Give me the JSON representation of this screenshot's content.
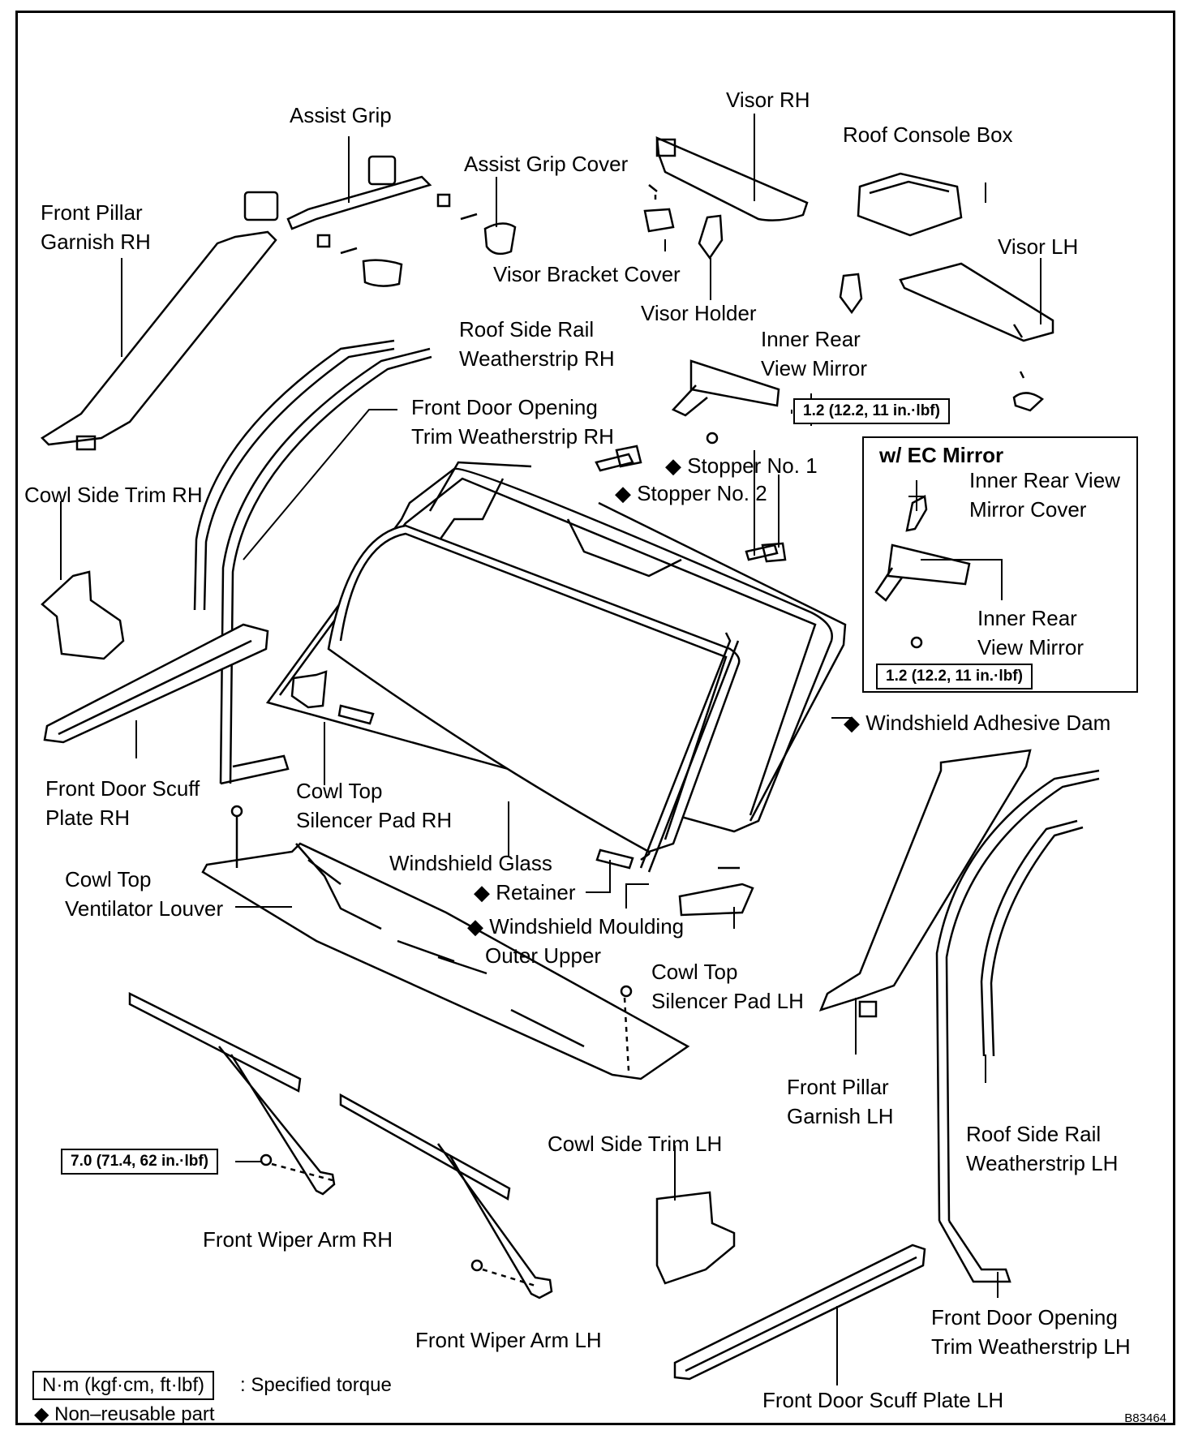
{
  "labels": {
    "assist_grip": "Assist Grip",
    "visor_rh": "Visor RH",
    "roof_console_box": "Roof Console Box",
    "assist_grip_cover": "Assist Grip Cover",
    "front_pillar_garnish_rh_1": "Front Pillar",
    "front_pillar_garnish_rh_2": "Garnish RH",
    "visor_lh": "Visor LH",
    "visor_bracket_cover": "Visor Bracket Cover",
    "visor_holder": "Visor Holder",
    "roof_side_rail_rh_1": "Roof Side Rail",
    "roof_side_rail_rh_2": "Weatherstrip RH",
    "inner_rear_view_mirror_1": "Inner Rear",
    "inner_rear_view_mirror_2": "View Mirror",
    "front_door_opening_rh_1": "Front Door Opening",
    "front_door_opening_rh_2": "Trim Weatherstrip RH",
    "stopper_no1": "◆ Stopper No. 1",
    "stopper_no2": "◆ Stopper No. 2",
    "cowl_side_trim_rh": "Cowl Side Trim RH",
    "windshield_adhesive_dam": "◆ Windshield Adhesive Dam",
    "front_door_scuff_rh_1": "Front Door Scuff",
    "front_door_scuff_rh_2": "Plate RH",
    "cowl_top_silencer_rh_1": "Cowl Top",
    "cowl_top_silencer_rh_2": "Silencer Pad RH",
    "windshield_glass": "Windshield Glass",
    "cowl_top_louver_1": "Cowl Top",
    "cowl_top_louver_2": "Ventilator Louver",
    "retainer": "◆ Retainer",
    "windshield_moulding_1": "◆ Windshield Moulding",
    "windshield_moulding_2": "Outer Upper",
    "cowl_top_silencer_lh_1": "Cowl Top",
    "cowl_top_silencer_lh_2": "Silencer Pad LH",
    "front_pillar_garnish_lh_1": "Front Pillar",
    "front_pillar_garnish_lh_2": "Garnish LH",
    "roof_side_rail_lh_1": "Roof Side Rail",
    "roof_side_rail_lh_2": "Weatherstrip LH",
    "cowl_side_trim_lh": "Cowl Side Trim LH",
    "front_wiper_arm_rh": "Front Wiper Arm RH",
    "front_wiper_arm_lh": "Front Wiper Arm LH",
    "front_door_opening_lh_1": "Front Door Opening",
    "front_door_opening_lh_2": "Trim Weatherstrip LH",
    "front_door_scuff_lh": "Front Door Scuff Plate LH"
  },
  "ec_mirror": {
    "title": "w/ EC Mirror",
    "cover_1": "Inner Rear View",
    "cover_2": "Mirror Cover",
    "mirror_1": "Inner Rear",
    "mirror_2": "View Mirror",
    "torque": "1.2 (12.2, 11 in.·lbf)"
  },
  "torques": {
    "mirror": "1.2 (12.2, 11 in.·lbf)",
    "wiper": "7.0 (71.4, 62 in.·lbf)"
  },
  "legend": {
    "torque_unit": "N·m (kgf·cm, ft·lbf)",
    "torque_desc": ": Specified torque",
    "non_reusable": "◆ Non–reusable part"
  },
  "figure_code": "B83464"
}
